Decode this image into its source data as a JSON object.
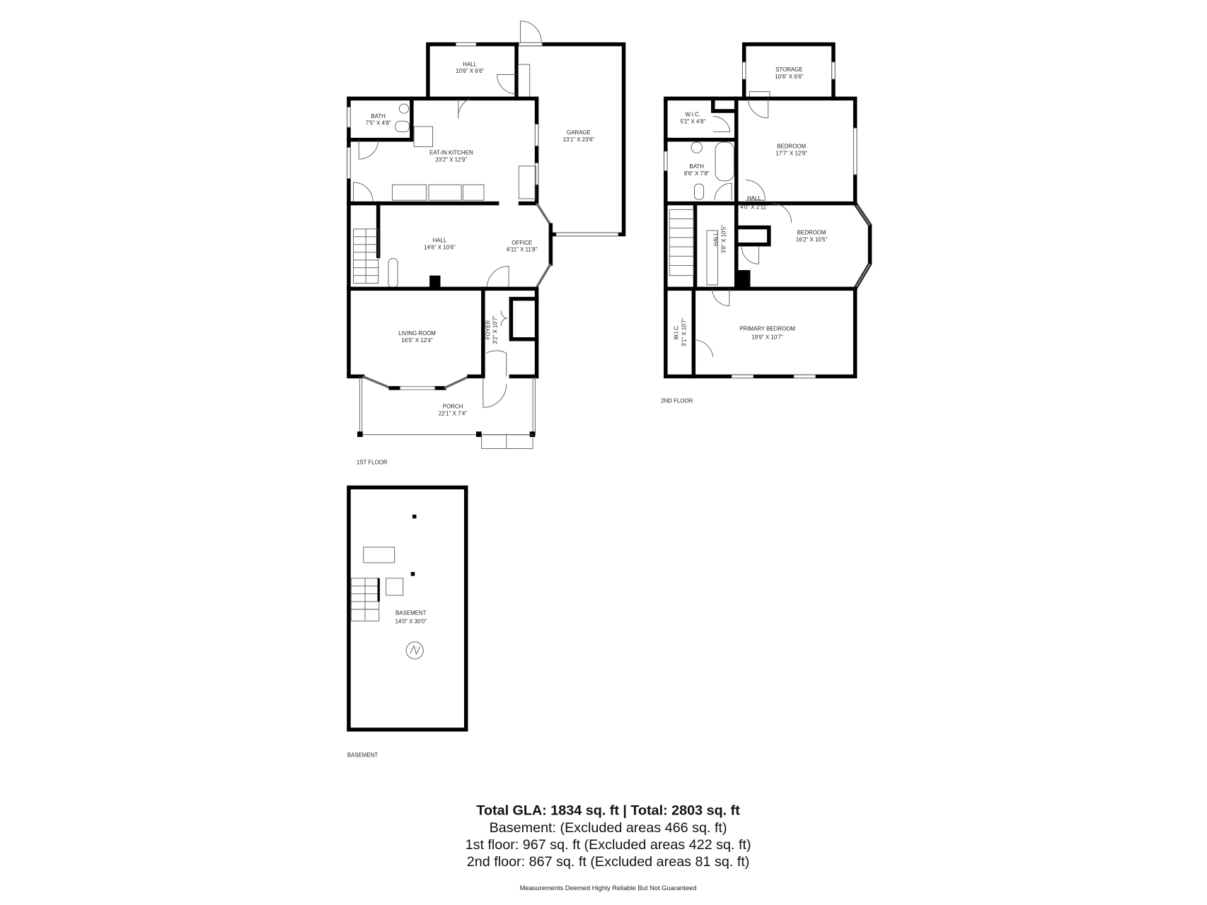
{
  "first_floor": {
    "label": "1ST FLOOR",
    "rooms": [
      {
        "name": "HALL",
        "dims": "10'6\" X 6'6\""
      },
      {
        "name": "GARAGE",
        "dims": "13'1\" X 23'6\""
      },
      {
        "name": "BATH",
        "dims": "7'5\" X 4'8\""
      },
      {
        "name": "EAT-IN KITCHEN",
        "dims": "23'2\" X 12'9\""
      },
      {
        "name": "HALL",
        "dims": "14'6\" X 10'6\""
      },
      {
        "name": "OFFICE",
        "dims": "6'11\" X 11'8\""
      },
      {
        "name": "LIVING ROOM",
        "dims": "16'5\" X 12'4\""
      },
      {
        "name": "FOYER",
        "dims": "3'2\" X 10'7\""
      },
      {
        "name": "PORCH",
        "dims": "22'1\" X 7'4\""
      }
    ]
  },
  "second_floor": {
    "label": "2ND FLOOR",
    "rooms": [
      {
        "name": "STORAGE",
        "dims": "10'6\" X 6'6\""
      },
      {
        "name": "W.I.C.",
        "dims": "5'2\" X 4'8\""
      },
      {
        "name": "BEDROOM",
        "dims": "17'7\" X 12'9\""
      },
      {
        "name": "BATH",
        "dims": "8'6\" X 7'8\""
      },
      {
        "name": "HALL",
        "dims": "4'0\" X 2'11\""
      },
      {
        "name": "HALL",
        "dims": "3'8\" X 10'5\""
      },
      {
        "name": "BEDROOM",
        "dims": "16'2\" X 10'5\""
      },
      {
        "name": "W.I.C.",
        "dims": "3'1\" X 10'7\""
      },
      {
        "name": "PRIMARY BEDROOM",
        "dims": "19'9\" X 10'7\""
      }
    ]
  },
  "basement": {
    "label": "BASEMENT",
    "rooms": [
      {
        "name": "BASEMENT",
        "dims": "14'0\" X 30'0\""
      }
    ]
  },
  "summary": {
    "total": "Total GLA: 1834 sq. ft | Total: 2803 sq. ft",
    "basement": "Basement: (Excluded areas 466 sq. ft)",
    "first": "1st floor: 967 sq. ft (Excluded areas 422 sq. ft)",
    "second": "2nd floor: 867 sq. ft (Excluded areas 81 sq. ft)",
    "disclaimer": "Measurements Deemed Highly Reliable But Not Guaranteed"
  }
}
